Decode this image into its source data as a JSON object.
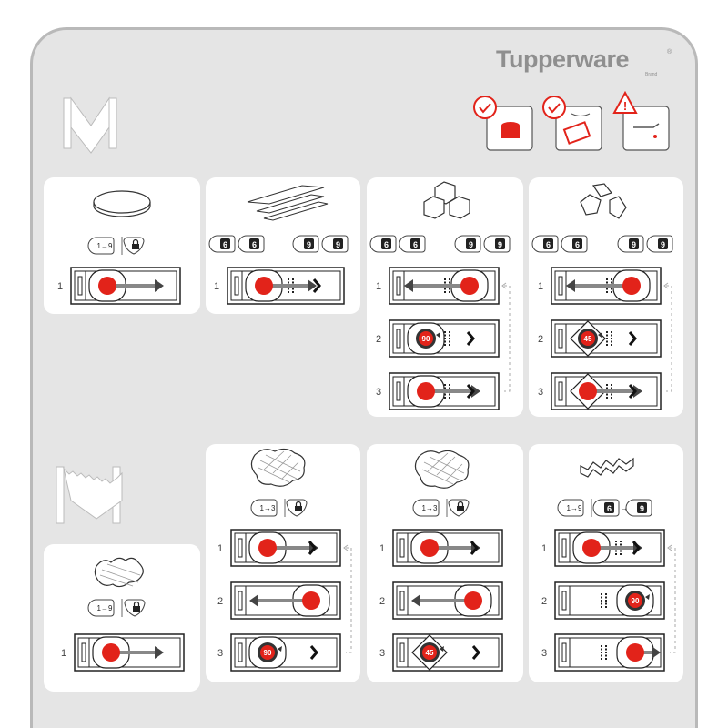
{
  "brand": {
    "name": "Tupperware",
    "registered": "®",
    "sub": "Brand"
  },
  "care_icons": {
    "dishwasher": "dishwasher-safe-icon",
    "handwash": "hand-wash-icon",
    "warning": "sharp-blade-warning-icon"
  },
  "section_labels": {
    "setting_1_9": "1→9",
    "setting_1_3": "1→3",
    "disc_6": "6",
    "disc_9": "9",
    "arrow": "→"
  },
  "step_numbers": [
    "1",
    "2",
    "3"
  ],
  "rotation_labels": {
    "r90": "90",
    "r45": "45"
  },
  "colors": {
    "accent": "#e2231a",
    "frame": "#e5e5e5",
    "border": "#b9b9b9",
    "ink": "#222222"
  }
}
